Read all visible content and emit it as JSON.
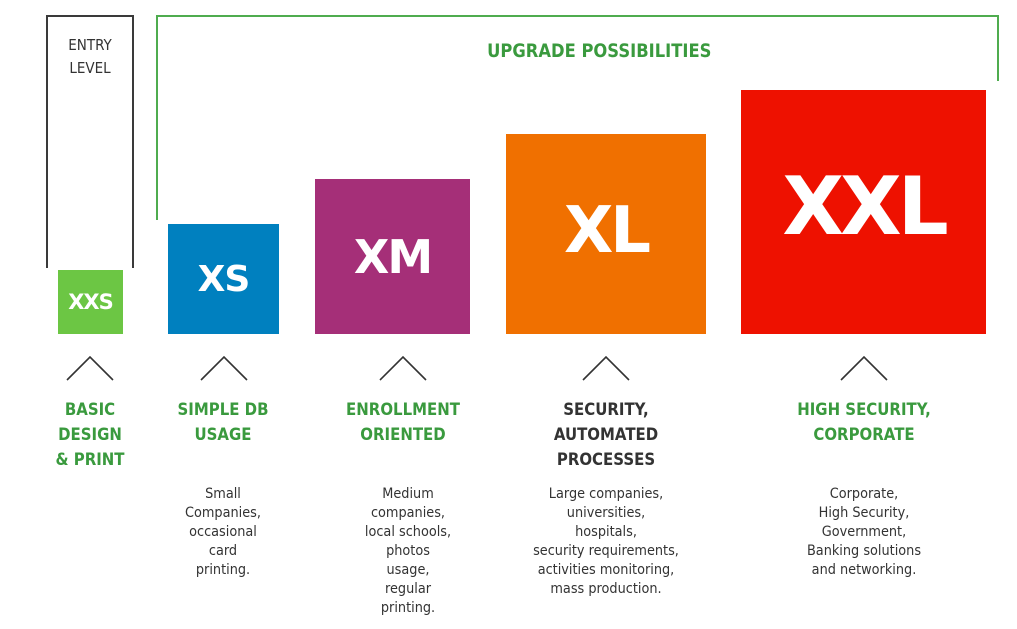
{
  "entry": {
    "label_lines": [
      "ENTRY",
      "LEVEL"
    ]
  },
  "upgrade": {
    "title": "UPGRADE POSSIBILITIES"
  },
  "colors": {
    "green_text": "#3a9a3e",
    "dark_text": "#333333",
    "bracket_green": "#4fac4f",
    "entry_border": "#3a3a3a"
  },
  "tiers": [
    {
      "code": "XXS",
      "color": "#6cc644",
      "title_color": "#3a9a3e",
      "title_lines": [
        "BASIC",
        "DESIGN",
        "& PRINT"
      ],
      "desc_lines": []
    },
    {
      "code": "XS",
      "color": "#0080bf",
      "title_color": "#3a9a3e",
      "title_lines": [
        "SIMPLE DB",
        "USAGE"
      ],
      "desc_lines": [
        "Small",
        "Companies,",
        "occasional",
        "card",
        "printing."
      ]
    },
    {
      "code": "XM",
      "color": "#a52f78",
      "title_color": "#3a9a3e",
      "title_lines": [
        "ENROLLMENT",
        "ORIENTED"
      ],
      "desc_lines": [
        "Medium",
        "companies,",
        "local schools,",
        "photos",
        "usage,",
        "regular",
        "printing."
      ]
    },
    {
      "code": "XL",
      "color": "#f07000",
      "title_color": "#333333",
      "title_lines": [
        "SECURITY,",
        "AUTOMATED",
        "PROCESSES"
      ],
      "desc_lines": [
        "Large companies,",
        "universities,",
        "hospitals,",
        "security requirements,",
        "activities monitoring,",
        "mass production."
      ]
    },
    {
      "code": "XXL",
      "color": "#ee1100",
      "title_color": "#3a9a3e",
      "title_lines": [
        "HIGH SECURITY,",
        "CORPORATE"
      ],
      "desc_lines": [
        "Corporate,",
        "High Security,",
        "Government,",
        "Banking solutions",
        "and networking."
      ]
    }
  ]
}
